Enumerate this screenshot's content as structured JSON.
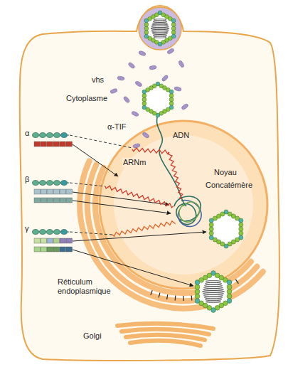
{
  "diagram": {
    "nodes": [
      {
        "text": [
          "Cytoplasme"
        ]
      },
      {
        "text": [
          "Noyau"
        ],
        "in": 0
      },
      {
        "text": [
          "Réticulum endoplasmique"
        ],
        "in": 0
      },
      {
        "text": [
          "Golgi"
        ],
        "in": 0
      }
    ],
    "labels": [
      "vhs",
      "α-TIF",
      "ADN",
      "ARNm",
      "Concatémère",
      "α",
      "β",
      "γ"
    ]
  }
}
